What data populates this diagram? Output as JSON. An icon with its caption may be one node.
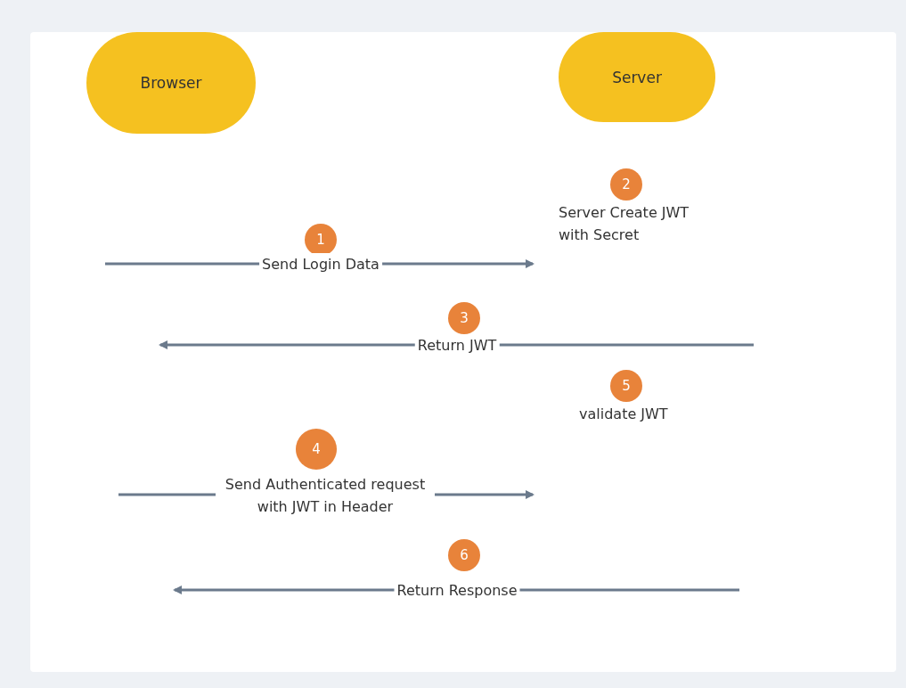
{
  "diagram": {
    "nodes": [
      {
        "text": [
          "Browser"
        ]
      },
      {
        "text": [
          "Server"
        ]
      },
      {
        "text": [
          "2"
        ],
        "beside": [
          "Server Create JWT with Secret"
        ]
      },
      {
        "text": [
          "1"
        ]
      },
      {
        "text": [
          "3"
        ]
      },
      {
        "text": [
          "5"
        ],
        "beside": [
          "validate JWT"
        ]
      },
      {
        "text": [
          "4"
        ]
      },
      {
        "text": [
          "6"
        ]
      }
    ],
    "labels": [
      "Send Login Data",
      "Return JWT",
      "Send Authenticated request with JWT in Header",
      "Return Response"
    ]
  }
}
